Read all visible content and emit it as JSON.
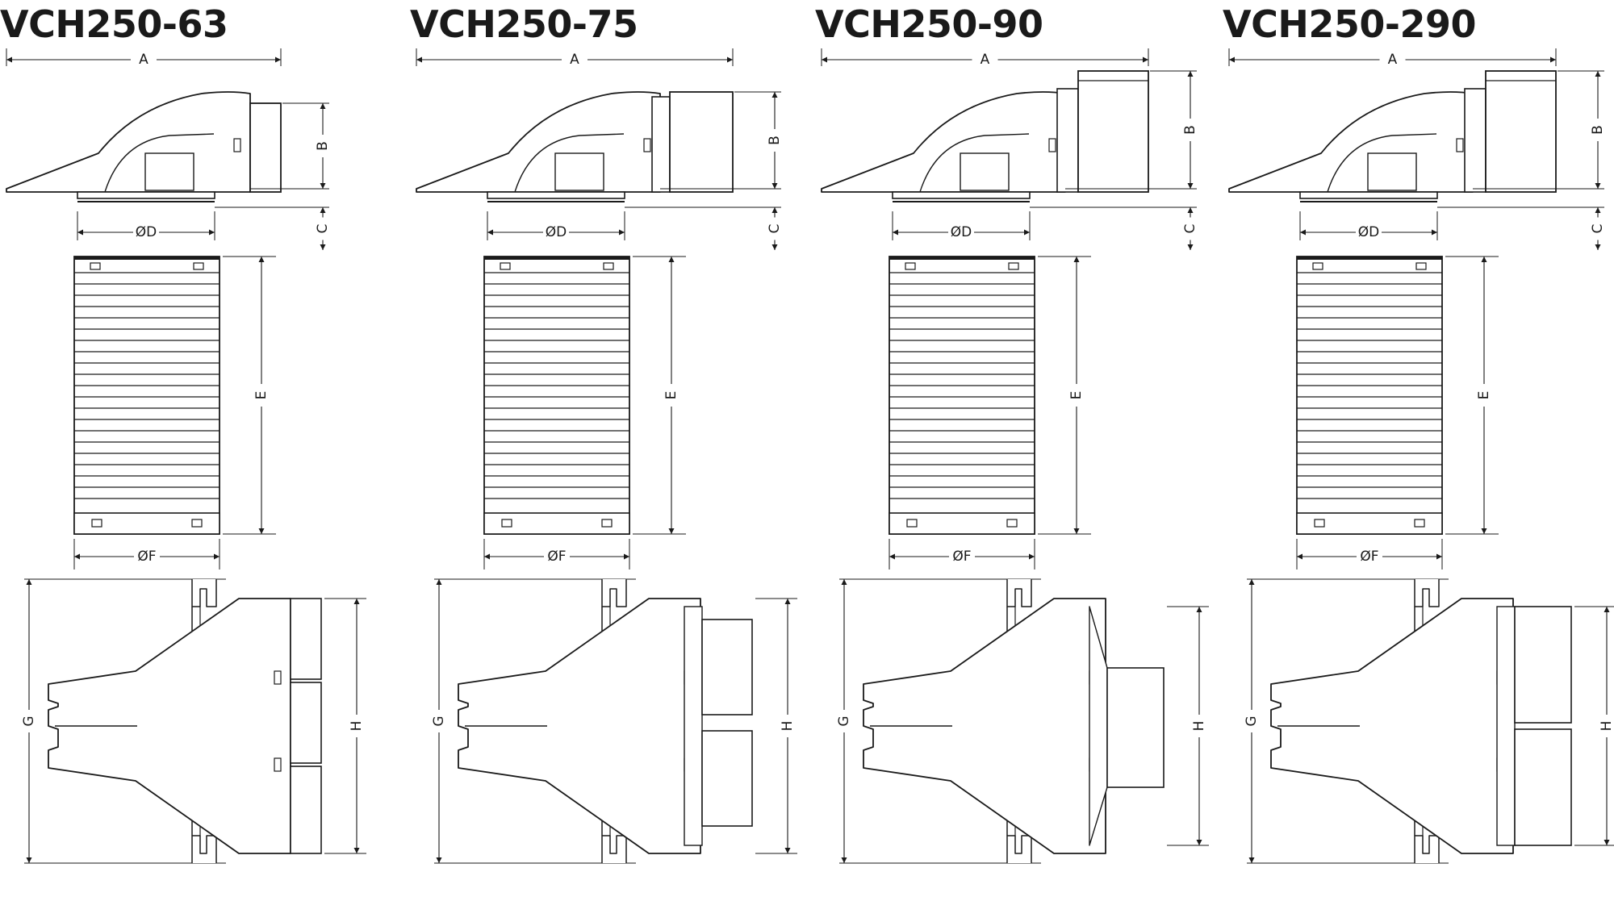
{
  "models": [
    {
      "name": "VCH250-63",
      "labels": {
        "a": "A",
        "b": "B",
        "c": "C",
        "d": "ØD",
        "e": "E",
        "f": "ØF",
        "g": "G",
        "h": "H"
      }
    },
    {
      "name": "VCH250-75",
      "labels": {
        "a": "A",
        "b": "B",
        "c": "C",
        "d": "ØD",
        "e": "E",
        "f": "ØF",
        "g": "G",
        "h": "H"
      }
    },
    {
      "name": "VCH250-90",
      "labels": {
        "a": "A",
        "b": "B",
        "c": "C",
        "d": "ØD",
        "e": "E",
        "f": "ØF",
        "g": "G",
        "h": "H"
      }
    },
    {
      "name": "VCH250-290",
      "labels": {
        "a": "A",
        "b": "B",
        "c": "C",
        "d": "ØD",
        "e": "E",
        "f": "ØF",
        "g": "G",
        "h": "H"
      }
    }
  ]
}
